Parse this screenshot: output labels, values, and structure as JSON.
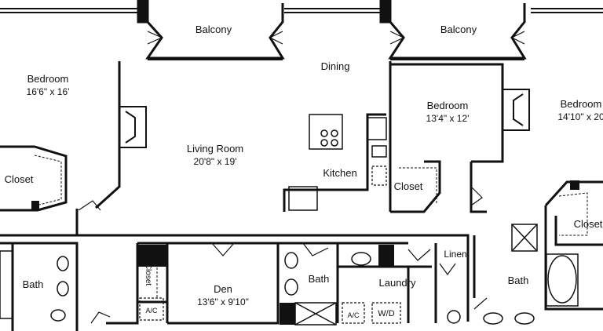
{
  "rooms": {
    "bedroom_left": {
      "name": "Bedroom",
      "dims": "16'6\" x 16'"
    },
    "balcony_left": {
      "name": "Balcony"
    },
    "balcony_right": {
      "name": "Balcony"
    },
    "dining": {
      "name": "Dining"
    },
    "living": {
      "name": "Living Room",
      "dims": "20'8\" x 19'"
    },
    "kitchen": {
      "name": "Kitchen"
    },
    "bedroom_mid": {
      "name": "Bedroom",
      "dims": "13'4\" x 12'"
    },
    "bedroom_right": {
      "name": "Bedroom",
      "dims": "14'10\" x 20"
    },
    "closet_left": {
      "name": "Closet"
    },
    "closet_mid": {
      "name": "Closet"
    },
    "closet_right": {
      "name": "Closet"
    },
    "closet_den": {
      "name": "Closet"
    },
    "bath_left": {
      "name": "Bath"
    },
    "bath_mid": {
      "name": "Bath"
    },
    "bath_right": {
      "name": "Bath"
    },
    "den": {
      "name": "Den",
      "dims": "13'6\" x 9'10\""
    },
    "laundry": {
      "name": "Laundry"
    },
    "linen": {
      "name": "Linen"
    }
  },
  "fixtures": {
    "ac_den": "A/C",
    "ac_laundry": "A/C",
    "washer_dryer": "W/D"
  }
}
